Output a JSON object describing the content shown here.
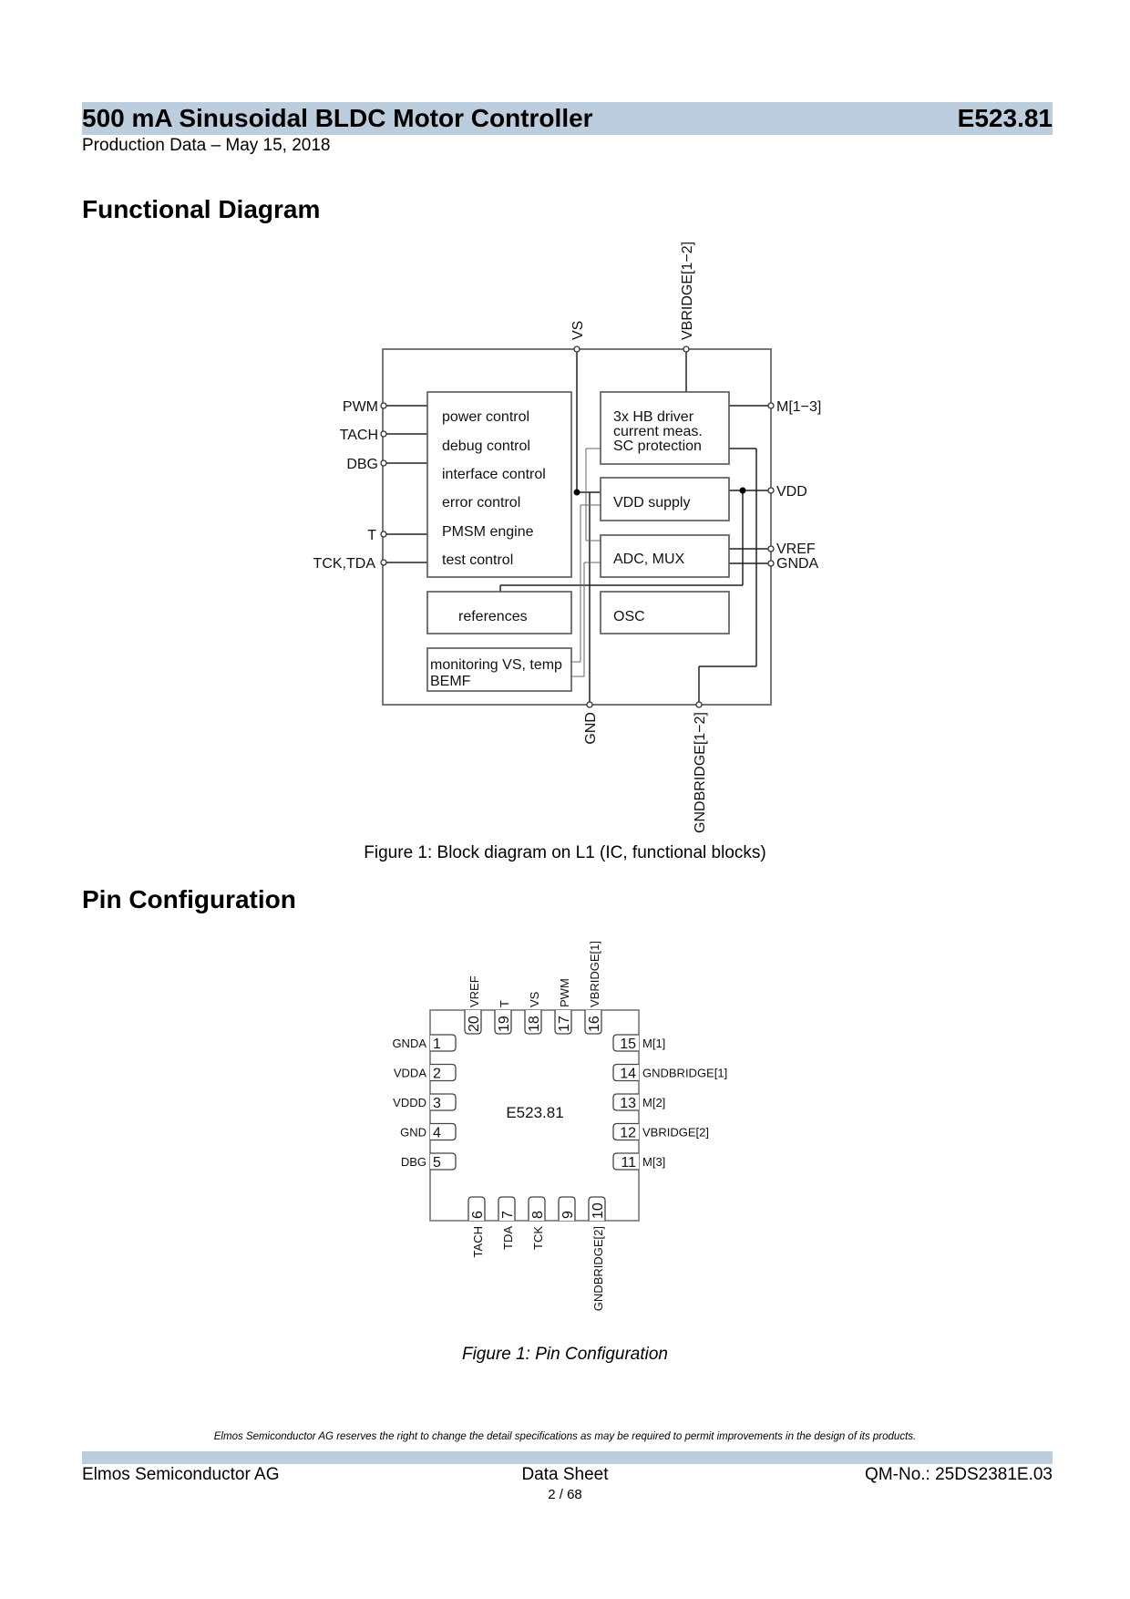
{
  "header": {
    "title": "500 mA Sinusoidal BLDC Motor Controller",
    "product_id": "E523.81",
    "subtitle": "Production Data – May 15, 2018"
  },
  "sections": {
    "functional_diagram": "Functional Diagram",
    "pin_configuration": "Pin Configuration"
  },
  "block_diagram": {
    "top_pins": [
      "VS",
      "VBRIDGE[1−2]"
    ],
    "bottom_pins": [
      "GND",
      "GNDBRIDGE[1−2]"
    ],
    "left_pins": [
      "PWM",
      "TACH",
      "DBG",
      "T",
      "TCK,TDA"
    ],
    "right_pins": [
      "M[1−3]",
      "VDD",
      "VREF",
      "GNDA"
    ],
    "control_block_lines": [
      "power control",
      "debug control",
      "interface control",
      "error control",
      "PMSM engine",
      "test control"
    ],
    "driver_block_lines": [
      "3x HB driver",
      "current meas.",
      "SC protection"
    ],
    "vdd_supply": "VDD supply",
    "adc_mux": "ADC, MUX",
    "references": "references",
    "osc": "OSC",
    "monitoring_lines": [
      "monitoring VS, temp",
      "BEMF"
    ],
    "caption": "Figure 1: Block diagram on L1 (IC, functional blocks)"
  },
  "pin_config": {
    "chip_label": "E523.81",
    "left_pins": [
      {
        "num": "1",
        "name": "GNDA"
      },
      {
        "num": "2",
        "name": "VDDA"
      },
      {
        "num": "3",
        "name": "VDDD"
      },
      {
        "num": "4",
        "name": "GND"
      },
      {
        "num": "5",
        "name": "DBG"
      }
    ],
    "bottom_pins": [
      {
        "num": "6",
        "name": "TACH"
      },
      {
        "num": "7",
        "name": "TDA"
      },
      {
        "num": "8",
        "name": "TCK"
      },
      {
        "num": "9",
        "name": ""
      },
      {
        "num": "10",
        "name": "GNDBRIDGE[2]"
      }
    ],
    "right_pins": [
      {
        "num": "11",
        "name": "M[3]"
      },
      {
        "num": "12",
        "name": "VBRIDGE[2]"
      },
      {
        "num": "13",
        "name": "M[2]"
      },
      {
        "num": "14",
        "name": "GNDBRIDGE[1]"
      },
      {
        "num": "15",
        "name": "M[1]"
      }
    ],
    "top_pins": [
      {
        "num": "16",
        "name": "VBRIDGE[1]"
      },
      {
        "num": "17",
        "name": "PWM"
      },
      {
        "num": "18",
        "name": "VS"
      },
      {
        "num": "19",
        "name": "T"
      },
      {
        "num": "20",
        "name": "VREF"
      }
    ],
    "caption": "Figure 1: Pin Configuration"
  },
  "footer": {
    "disclaimer": "Elmos Semiconductor AG reserves the right to change the detail specifications as may be required to permit improvements in the design of its products.",
    "company": "Elmos Semiconductor AG",
    "doc_type": "Data Sheet",
    "page": "2 / 68",
    "qm_number": "QM-No.: 25DS2381E.03"
  }
}
